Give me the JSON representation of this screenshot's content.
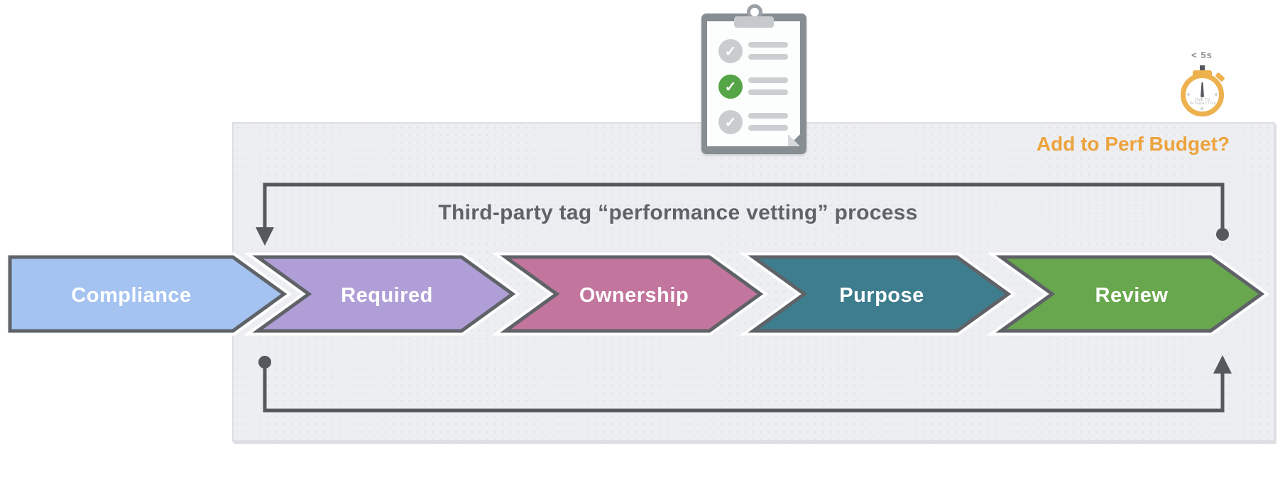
{
  "title": "Third-party tag “performance vetting” process",
  "perf_budget_label": "Add to Perf Budget?",
  "stopwatch": {
    "label": "< 5s",
    "inner_text": "TIME TO INTERACTIVE"
  },
  "clipboard": {
    "rows": [
      {
        "check": "✓",
        "state": "gray"
      },
      {
        "check": "✓",
        "state": "green"
      },
      {
        "check": "✓",
        "state": "gray"
      }
    ]
  },
  "steps": [
    {
      "label": "Compliance",
      "color": "#A4C3F0"
    },
    {
      "label": "Required",
      "color": "#AF9FD6"
    },
    {
      "label": "Ownership",
      "color": "#C2759D"
    },
    {
      "label": "Purpose",
      "color": "#3E7D8E"
    },
    {
      "label": "Review",
      "color": "#69A74E"
    }
  ],
  "colors": {
    "accent_orange": "#ECA33D",
    "stopwatch_amber": "#EDB14E",
    "check_green": "#55A546",
    "check_gray": "#C9CDD0",
    "outline_gray": "#5F6368",
    "loop_gray": "#55585C",
    "panel_bg": "#EDEEF1",
    "title_gray": "#5F6368"
  }
}
